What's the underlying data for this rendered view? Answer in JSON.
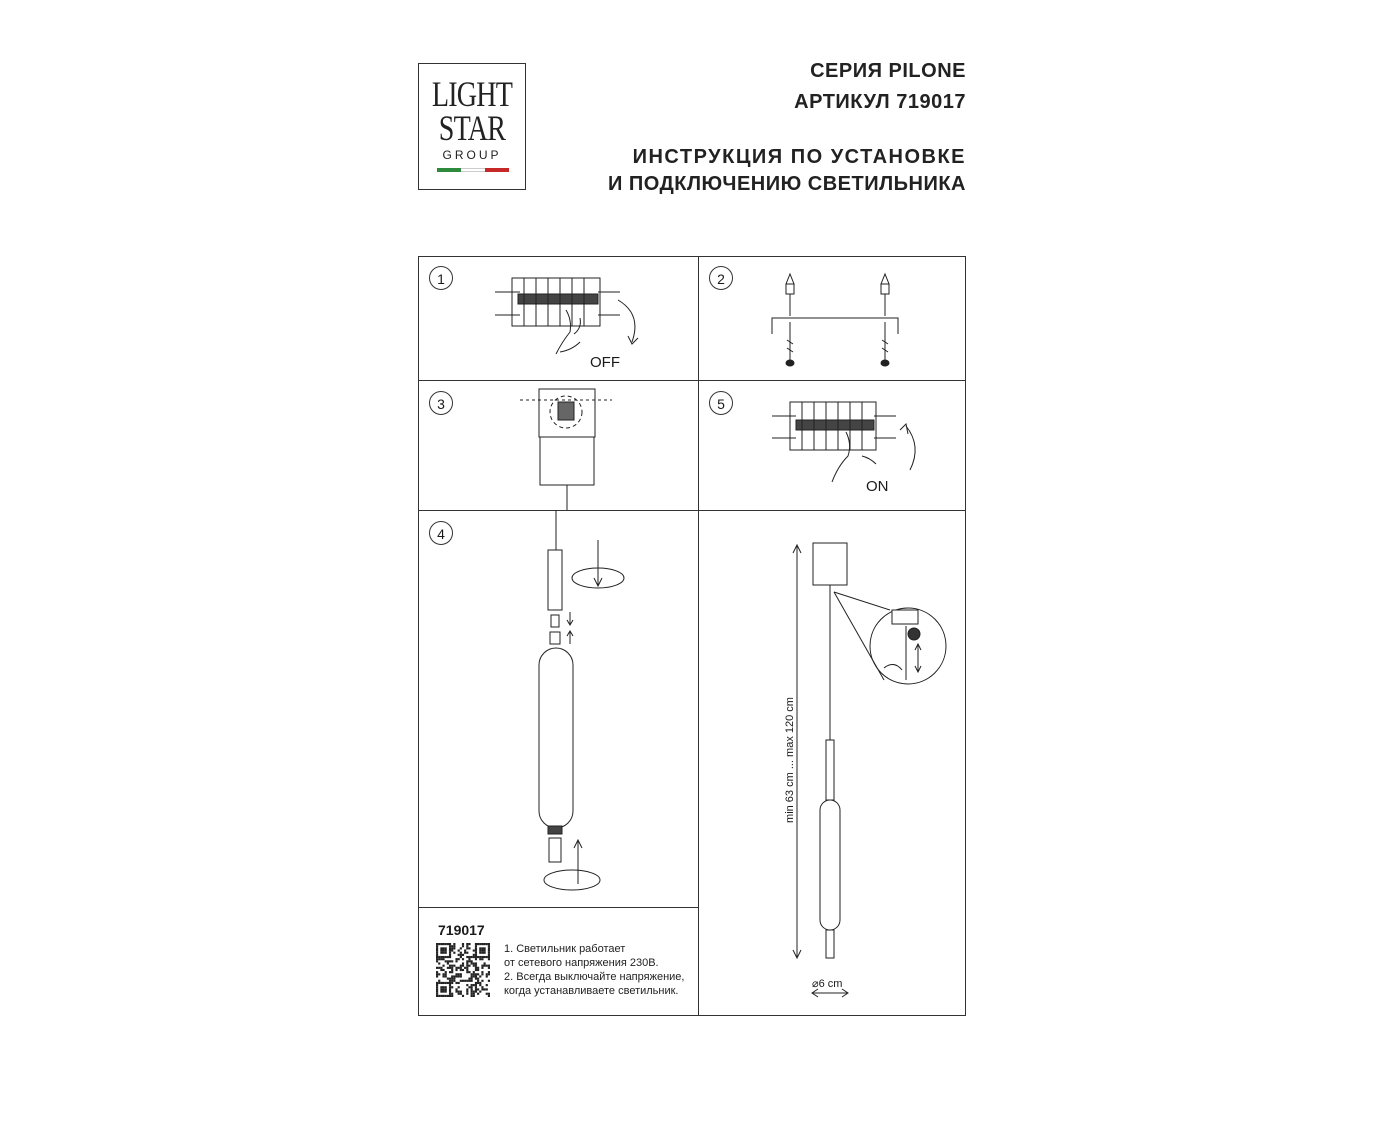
{
  "logo": {
    "line1": "LIGHT",
    "line2": "STAR",
    "line3": "GROUP",
    "flag_colors": [
      "#2e8b3e",
      "#ffffff",
      "#c62828"
    ]
  },
  "header": {
    "series": "СЕРИЯ PILONE",
    "article": "АРТИКУЛ 719017",
    "title_line1": "ИНСТРУКЦИЯ ПО УСТАНОВКЕ",
    "title_line2": "И ПОДКЛЮЧЕНИЮ СВЕТИЛЬНИКА"
  },
  "steps": {
    "s1": "1",
    "s2": "2",
    "s3": "3",
    "s4": "4",
    "s5": "5"
  },
  "labels": {
    "off": "OFF",
    "on": "ON",
    "height": "min 63 cm ... max 120 cm",
    "diameter": "⌀6 cm"
  },
  "footer": {
    "code": "719017",
    "notes": [
      "1. Светильник работает",
      "от сетевого напряжения 230В.",
      "2. Всегда выключайте напряжение,",
      "когда устанавливаете светильник."
    ]
  }
}
